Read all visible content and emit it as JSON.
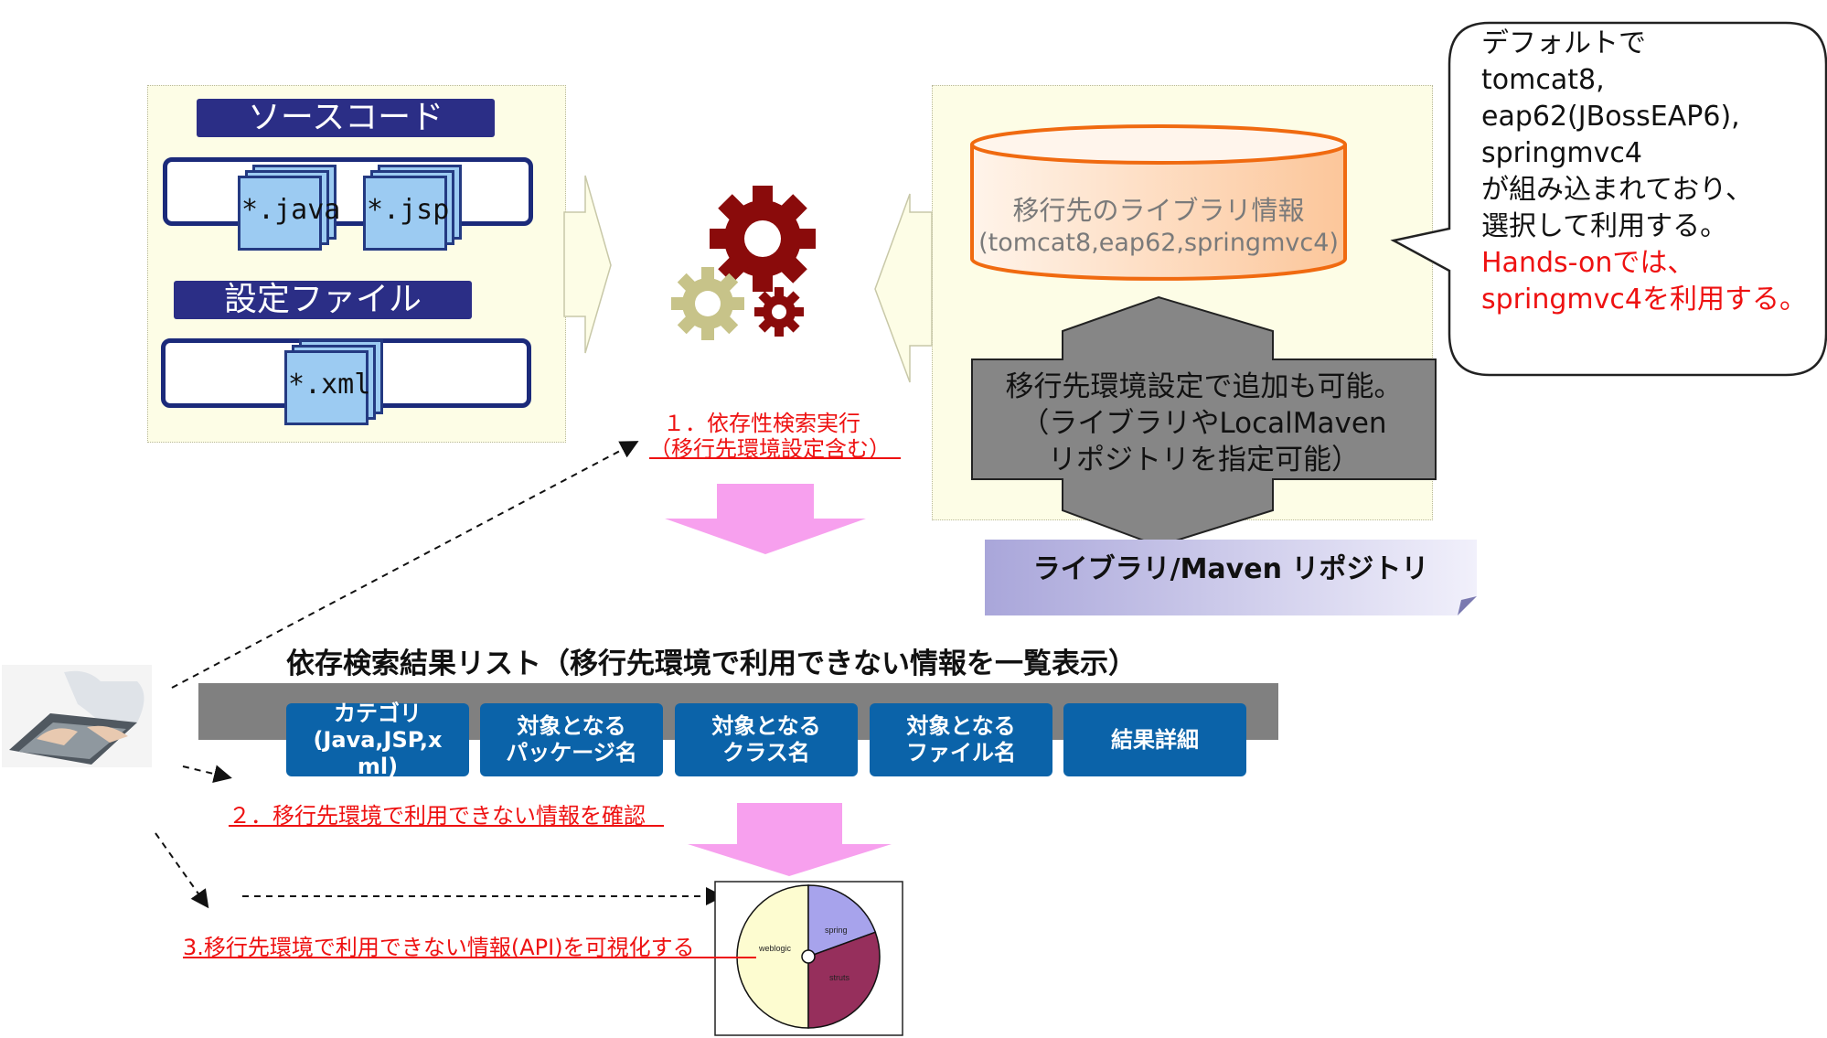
{
  "source_panel": {
    "source_header": "ソースコード",
    "source_files": [
      "*.java",
      "*.jsp"
    ],
    "config_header": "設定ファイル",
    "config_files": [
      "*.xml"
    ]
  },
  "library_panel": {
    "db_line1": "移行先のライブラリ情報",
    "db_line2": "(tomcat8,eap62,springmvc4)",
    "env_line1": "移行先環境設定で追加も可能。",
    "env_line2": "（ライブラリやLocalMaven",
    "env_line3": "リポジトリを指定可能）",
    "repo_label": "ライブラリ/Maven リポジトリ"
  },
  "callout": {
    "lines": [
      "デフォルトで",
      "tomcat8,",
      "eap62(JBossEAP6),",
      "springmvc4",
      "が組み込まれており、",
      "選択して利用する。"
    ],
    "red_lines": [
      "Hands-onでは、",
      "springmvc4を利用する。"
    ]
  },
  "steps": {
    "step1_line1": "１．依存性検索実行",
    "step1_line2": "（移行先環境設定含む）",
    "step2": "２．移行先環境で利用できない情報を確認",
    "step3": "3.移行先環境で利用できない情報(API)を可視化する"
  },
  "result_list": {
    "title": "依存検索結果リスト（移行先環境で利用できない情報を一覧表示）",
    "categories": [
      "カテゴリ\n(Java,JSP,x\nml)",
      "対象となる\nパッケージ名",
      "対象となる\nクラス名",
      "対象となる\nファイル名",
      "結果詳細"
    ]
  },
  "pie": {
    "slices": [
      "weblogic",
      "spring",
      "struts"
    ]
  },
  "colors": {
    "header_navy": "#2b2e86",
    "category_blue": "#0b63a9",
    "gear_dark": "#8a0b0b",
    "gear_light": "#c7c389",
    "arrow_pink": "#f7a0ee",
    "caption_red": "#ee1111",
    "pie_weblogic": "#fdfcd0",
    "pie_spring": "#a7a3ec",
    "pie_struts": "#962f5c"
  }
}
